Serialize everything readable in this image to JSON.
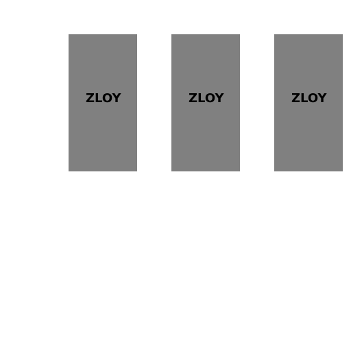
{
  "tiles": [
    {
      "label": "ZLOY"
    },
    {
      "label": "ZLOY"
    },
    {
      "label": "ZLOY"
    }
  ],
  "colors": {
    "background": "#ffffff",
    "tile_fill": "#808080",
    "label_text": "#000000"
  }
}
